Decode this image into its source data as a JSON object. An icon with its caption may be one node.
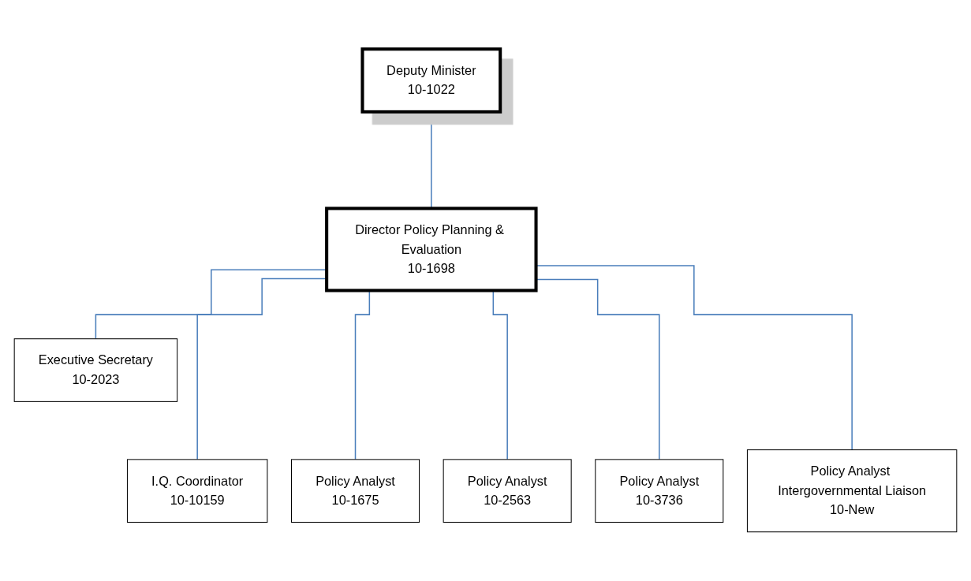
{
  "diagram": {
    "nodes": [
      {
        "text": [
          "Deputy Minister",
          "10-1022"
        ]
      },
      {
        "text": [
          "Director Policy Planning & Evaluation",
          "10-1698"
        ]
      },
      {
        "text": [
          "Executive Secretary",
          "10-2023"
        ]
      },
      {
        "text": [
          "I.Q. Coordinator",
          "10-10159"
        ]
      },
      {
        "text": [
          "Policy Analyst",
          "10-1675"
        ]
      },
      {
        "text": [
          "Policy Analyst",
          "10-2563"
        ]
      },
      {
        "text": [
          "Policy Analyst",
          "10-3736"
        ]
      },
      {
        "text": [
          "Policy Analyst Intergovernmental Liaison",
          "10-New"
        ]
      }
    ],
    "edges": [
      {
        "from": 0,
        "to": 1,
        "arrow": "none"
      },
      {
        "from": 1,
        "to": 2,
        "arrow": "none"
      },
      {
        "from": 1,
        "to": 3,
        "arrow": "none"
      },
      {
        "from": 1,
        "to": 4,
        "arrow": "none"
      },
      {
        "from": 1,
        "to": 5,
        "arrow": "none"
      },
      {
        "from": 1,
        "to": 6,
        "arrow": "none"
      },
      {
        "from": 1,
        "to": 7,
        "arrow": "none"
      }
    ]
  }
}
